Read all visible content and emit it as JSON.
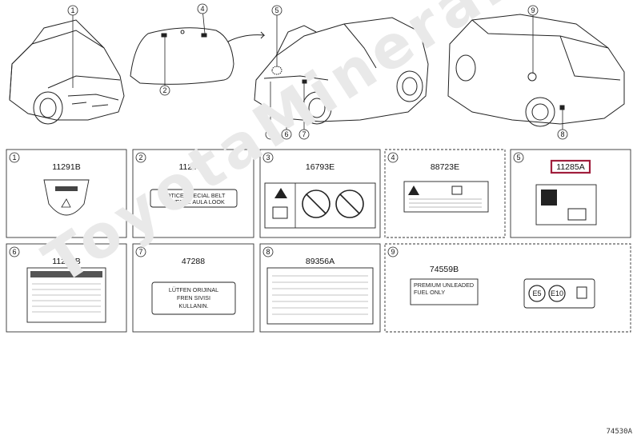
{
  "watermark": "ToyotaMineral",
  "diagram_code": "74530A",
  "callouts": [
    "1",
    "2",
    "3",
    "4",
    "5",
    "6",
    "7",
    "8",
    "9"
  ],
  "panels": [
    {
      "num": "1",
      "part": "11291B"
    },
    {
      "num": "2",
      "part": "11293D",
      "label_lines": [
        "NOTICE SPECIAL BELT",
        "LOWER N. AULA LOOK"
      ]
    },
    {
      "num": "3",
      "part": "16793E"
    },
    {
      "num": "4",
      "part": "88723E"
    },
    {
      "num": "5",
      "part": "11285A",
      "highlight_color": "#a01e3c"
    },
    {
      "num": "6",
      "part": "11298B"
    },
    {
      "num": "7",
      "part": "47288",
      "label_lines": [
        "LÜTFEN ORIJINAL",
        "FREN SIVISI",
        "KULLANIN."
      ]
    },
    {
      "num": "8",
      "part": "89356A"
    },
    {
      "num": "9",
      "part": "74559B",
      "label_lines": [
        "PREMIUM UNLEADED",
        "FUEL ONLY"
      ],
      "fuel_codes": [
        "E5",
        "E10"
      ]
    }
  ]
}
